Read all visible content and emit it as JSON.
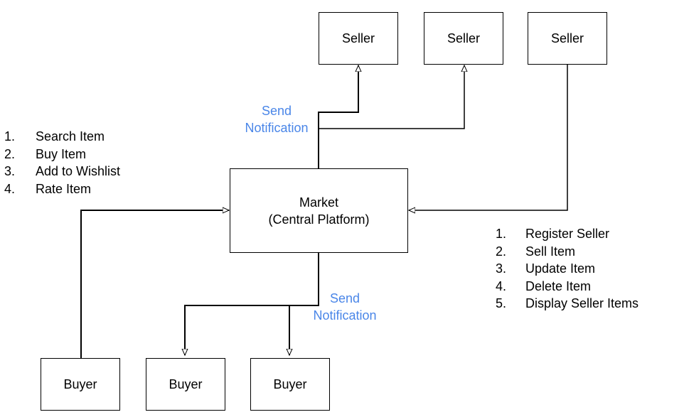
{
  "nodes": {
    "sellers": [
      {
        "label": "Seller"
      },
      {
        "label": "Seller"
      },
      {
        "label": "Seller"
      }
    ],
    "market": {
      "line1": "Market",
      "line2": "(Central Platform)"
    },
    "buyers": [
      {
        "label": "Buyer"
      },
      {
        "label": "Buyer"
      },
      {
        "label": "Buyer"
      }
    ]
  },
  "notifications": {
    "top": {
      "line1": "Send",
      "line2": "Notification"
    },
    "bottom": {
      "line1": "Send",
      "line2": "Notification"
    }
  },
  "buyer_actions": [
    {
      "num": "1.",
      "label": "Search Item"
    },
    {
      "num": "2.",
      "label": "Buy Item"
    },
    {
      "num": "3.",
      "label": "Add to Wishlist"
    },
    {
      "num": "4.",
      "label": "Rate Item"
    }
  ],
  "seller_actions": [
    {
      "num": "1.",
      "label": "Register Seller"
    },
    {
      "num": "2.",
      "label": "Sell Item"
    },
    {
      "num": "3.",
      "label": "Update Item"
    },
    {
      "num": "4.",
      "label": "Delete Item"
    },
    {
      "num": "5.",
      "label": "Display Seller Items"
    }
  ],
  "colors": {
    "notification_text": "#4a86e8",
    "stroke": "#000000"
  }
}
